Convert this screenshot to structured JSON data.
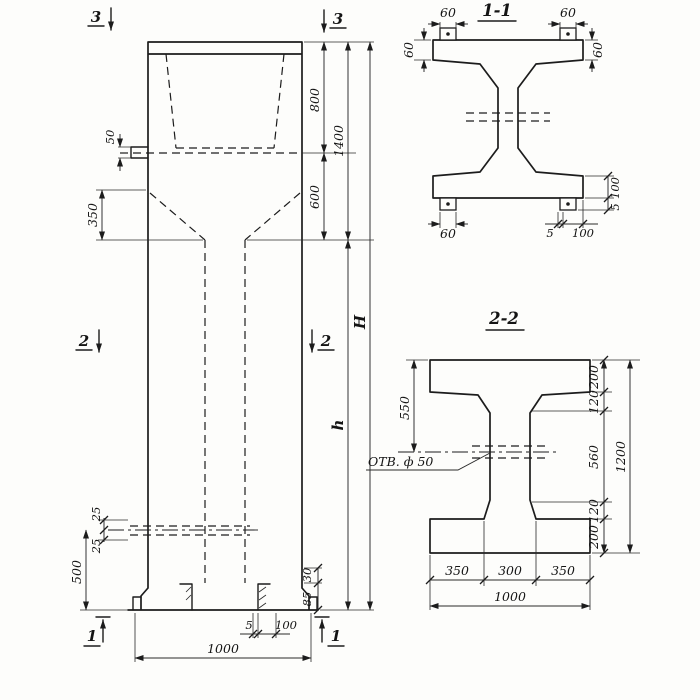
{
  "elevation": {
    "markers": {
      "top_left": "3",
      "top_right": "3",
      "mid_left": "2",
      "mid_right": "2",
      "bottom_left": "1",
      "bottom_right": "1"
    },
    "dims": {
      "ledge_offset": "50",
      "taper_height": "350",
      "cap_depth": "800",
      "taper_zone": "600",
      "cap_total": "1400",
      "total_height": "H",
      "shaft_height": "h",
      "hole_upper": "25",
      "hole_lower": "25",
      "base_height": "500",
      "foot_upper": "30",
      "foot_lower": "85",
      "angle_thickness": "5",
      "angle_leg": "100",
      "base_width": "1000"
    }
  },
  "section_1_1": {
    "title": "1-1",
    "dims": {
      "plate_top_left": "60",
      "plate_top_right": "60",
      "side_left": "60",
      "side_right": "60",
      "plate_bottom_left": "60",
      "bottom_thickness": "5",
      "bottom_leg": "100",
      "right_leg": "100",
      "right_thickness": "5"
    }
  },
  "section_2_2": {
    "title": "2-2",
    "dims": {
      "upper_half": "550",
      "flange_top": "200",
      "taper_top": "120",
      "web_height": "560",
      "taper_bottom": "120",
      "flange_bottom": "200",
      "total_height": "1200",
      "hole_note": "ОТВ. ф 50",
      "bottom_left": "350",
      "bottom_middle": "300",
      "bottom_right": "350",
      "bottom_total": "1000"
    }
  }
}
